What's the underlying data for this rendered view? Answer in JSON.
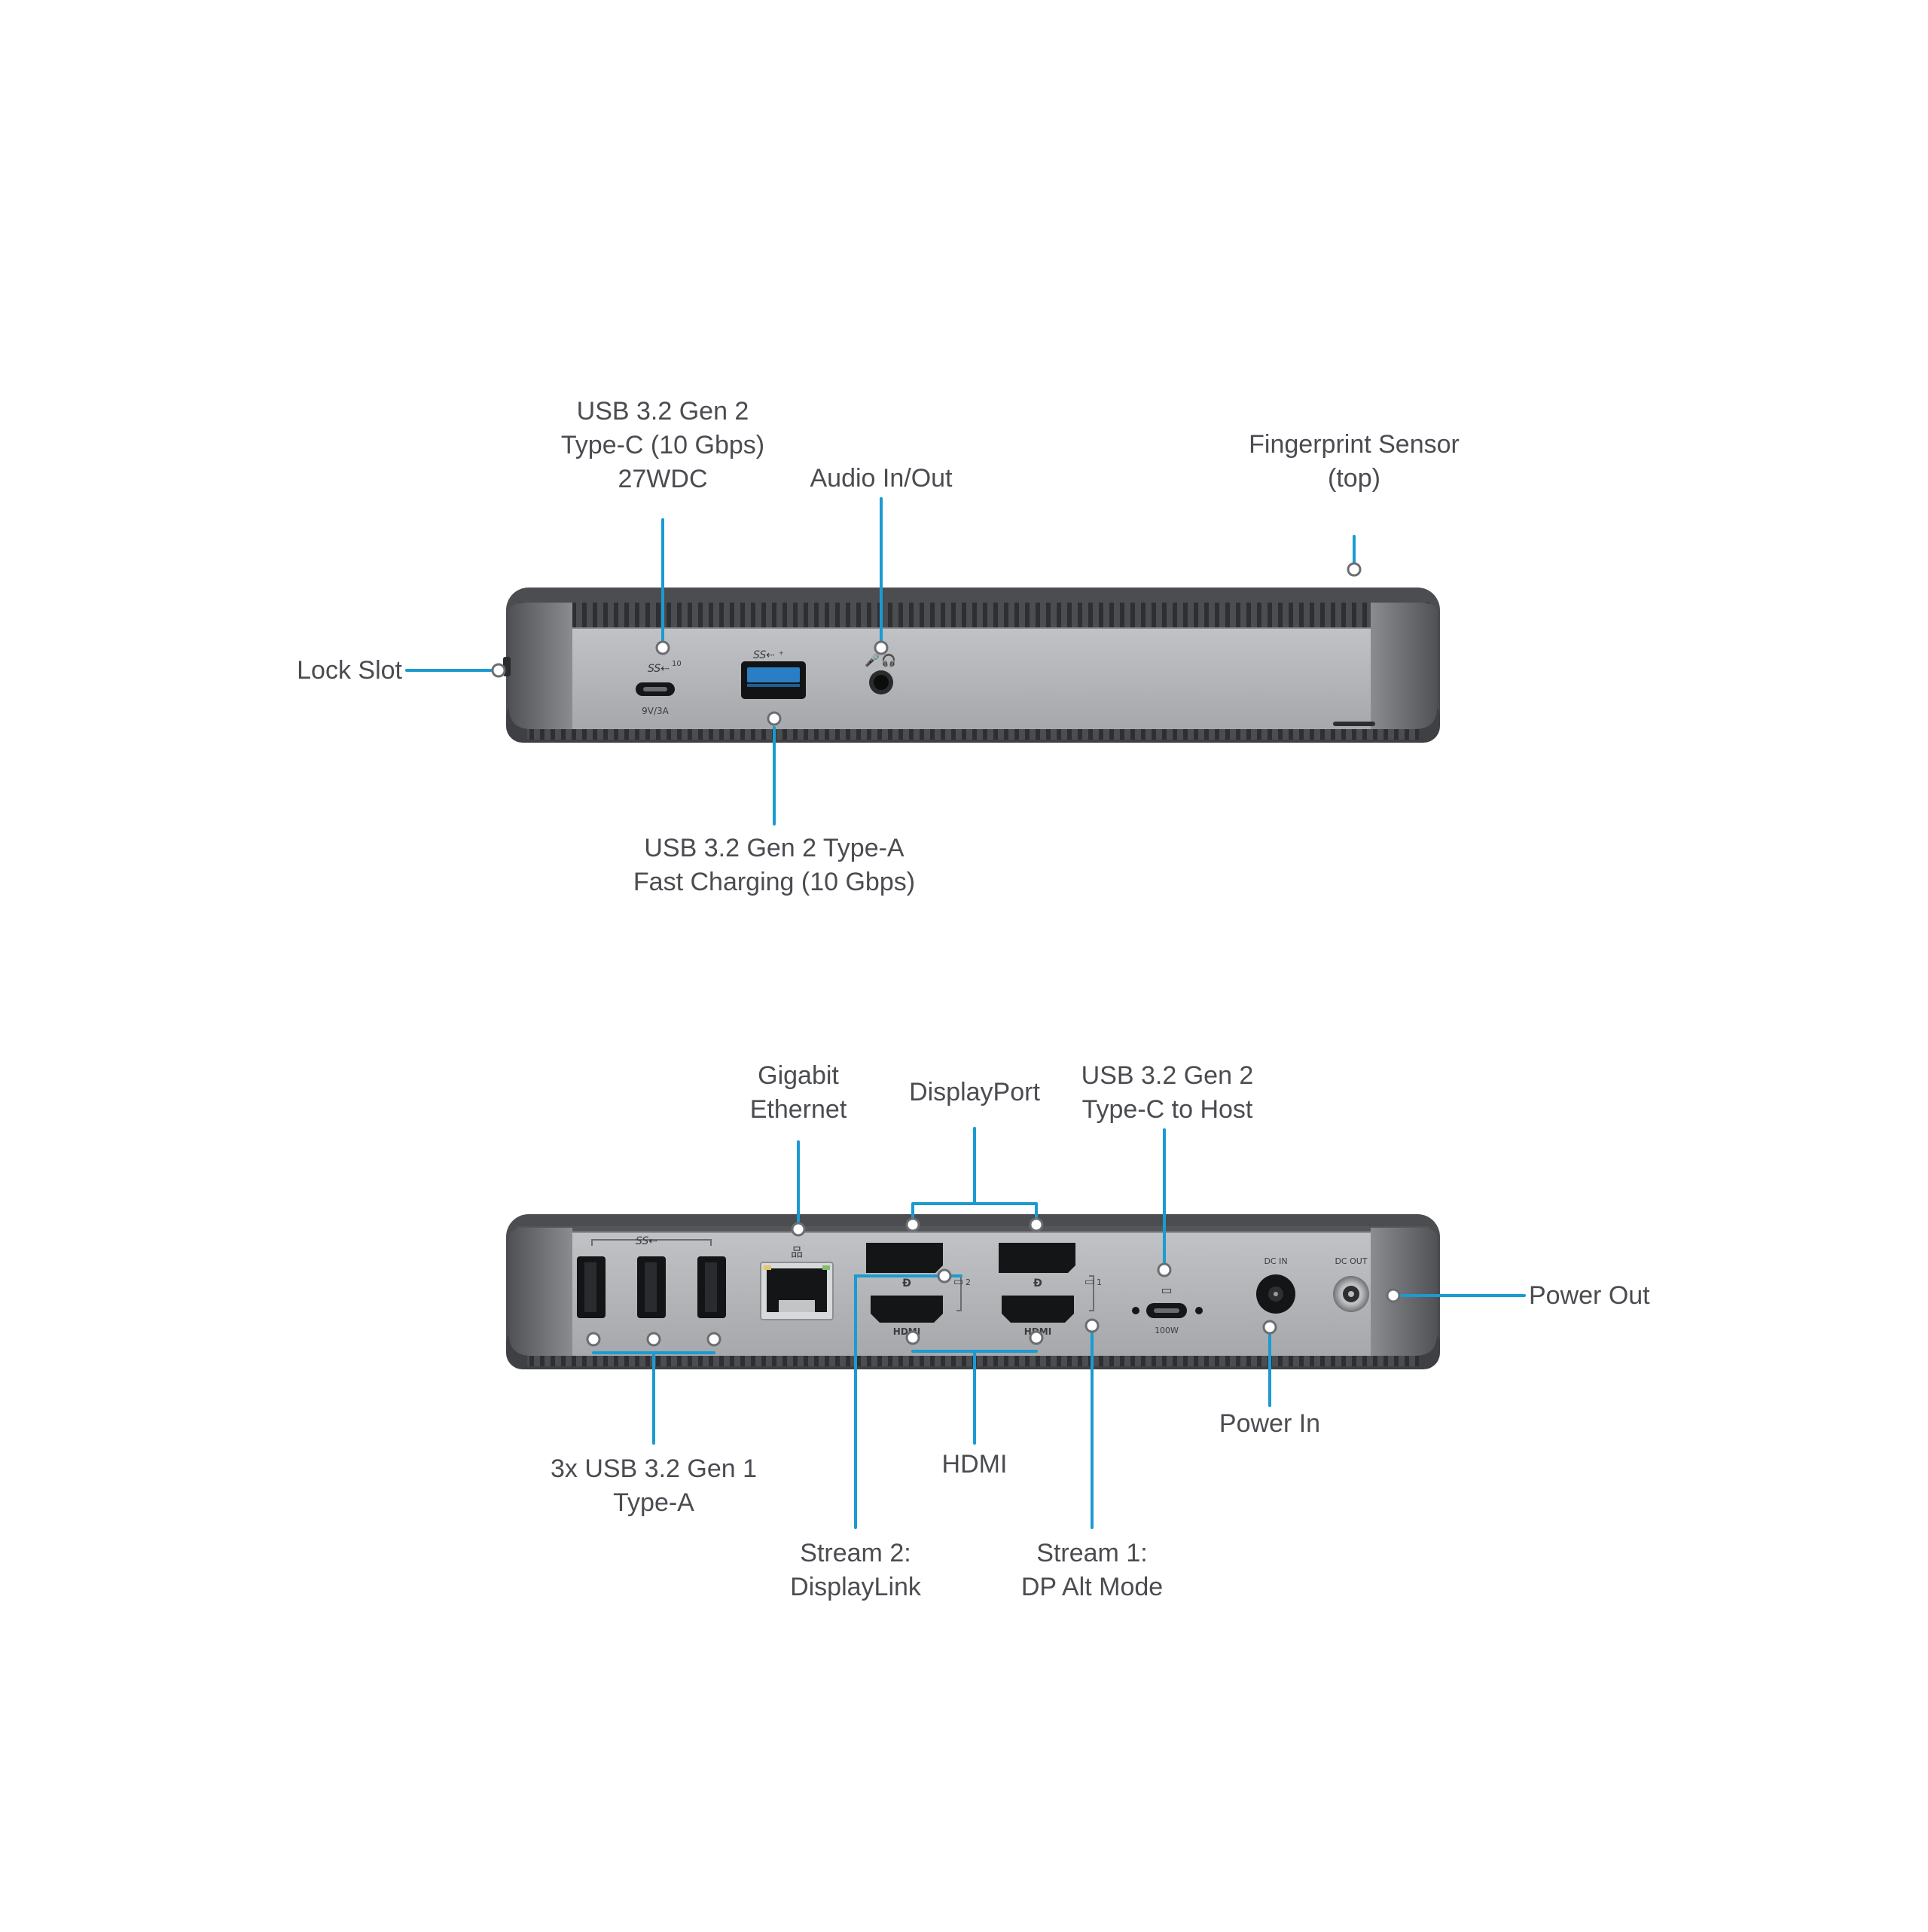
{
  "colors": {
    "accent": "#1b9bd1",
    "label_text": "#4a4c51",
    "chassis_dark": "#4b4d51",
    "chassis_vents": "#38393c",
    "panel_light": "#b3b5b8",
    "panel_side": "#626468",
    "port_black": "#151617",
    "port_blue": "#2a7fc4",
    "print_text": "#3b3c3f",
    "background": "#ffffff"
  },
  "front_view": {
    "callouts": {
      "usbc_front": [
        "USB 3.2 Gen 2",
        "Type-C (10 Gbps)",
        "27WDC"
      ],
      "audio": [
        "Audio In/Out"
      ],
      "fingerprint": [
        "Fingerprint Sensor",
        "(top)"
      ],
      "lock_slot": [
        "Lock Slot"
      ],
      "usba_front": [
        "USB 3.2 Gen 2 Type-A",
        "Fast Charging (10 Gbps)"
      ]
    },
    "printed": {
      "usbc_rating": "9V/3A",
      "usbc_speed": "10"
    },
    "icons": [
      "superspeed-usb-icon",
      "microphone-icon",
      "headphones-icon"
    ]
  },
  "rear_view": {
    "callouts": {
      "ethernet": [
        "Gigabit",
        "Ethernet"
      ],
      "displayport": [
        "DisplayPort"
      ],
      "usbc_host": [
        "USB 3.2 Gen 2",
        "Type-C to Host"
      ],
      "power_out": [
        "Power Out"
      ],
      "power_in": [
        "Power In"
      ],
      "usba_rear": [
        "3x USB 3.2 Gen 1",
        "Type-A"
      ],
      "hdmi": [
        "HDMI"
      ],
      "stream2": [
        "Stream 2:",
        "DisplayLink"
      ],
      "stream1": [
        "Stream 1:",
        "DP Alt Mode"
      ]
    },
    "printed": {
      "dc_in": "DC IN",
      "dc_out": "DC OUT",
      "host_power": "100W",
      "hdmi_logo": "HDMI",
      "stream2_num": "2",
      "stream1_num": "1"
    },
    "icons": [
      "superspeed-usb-icon",
      "network-icon",
      "displayport-icon",
      "monitor-icon",
      "laptop-icon"
    ]
  }
}
